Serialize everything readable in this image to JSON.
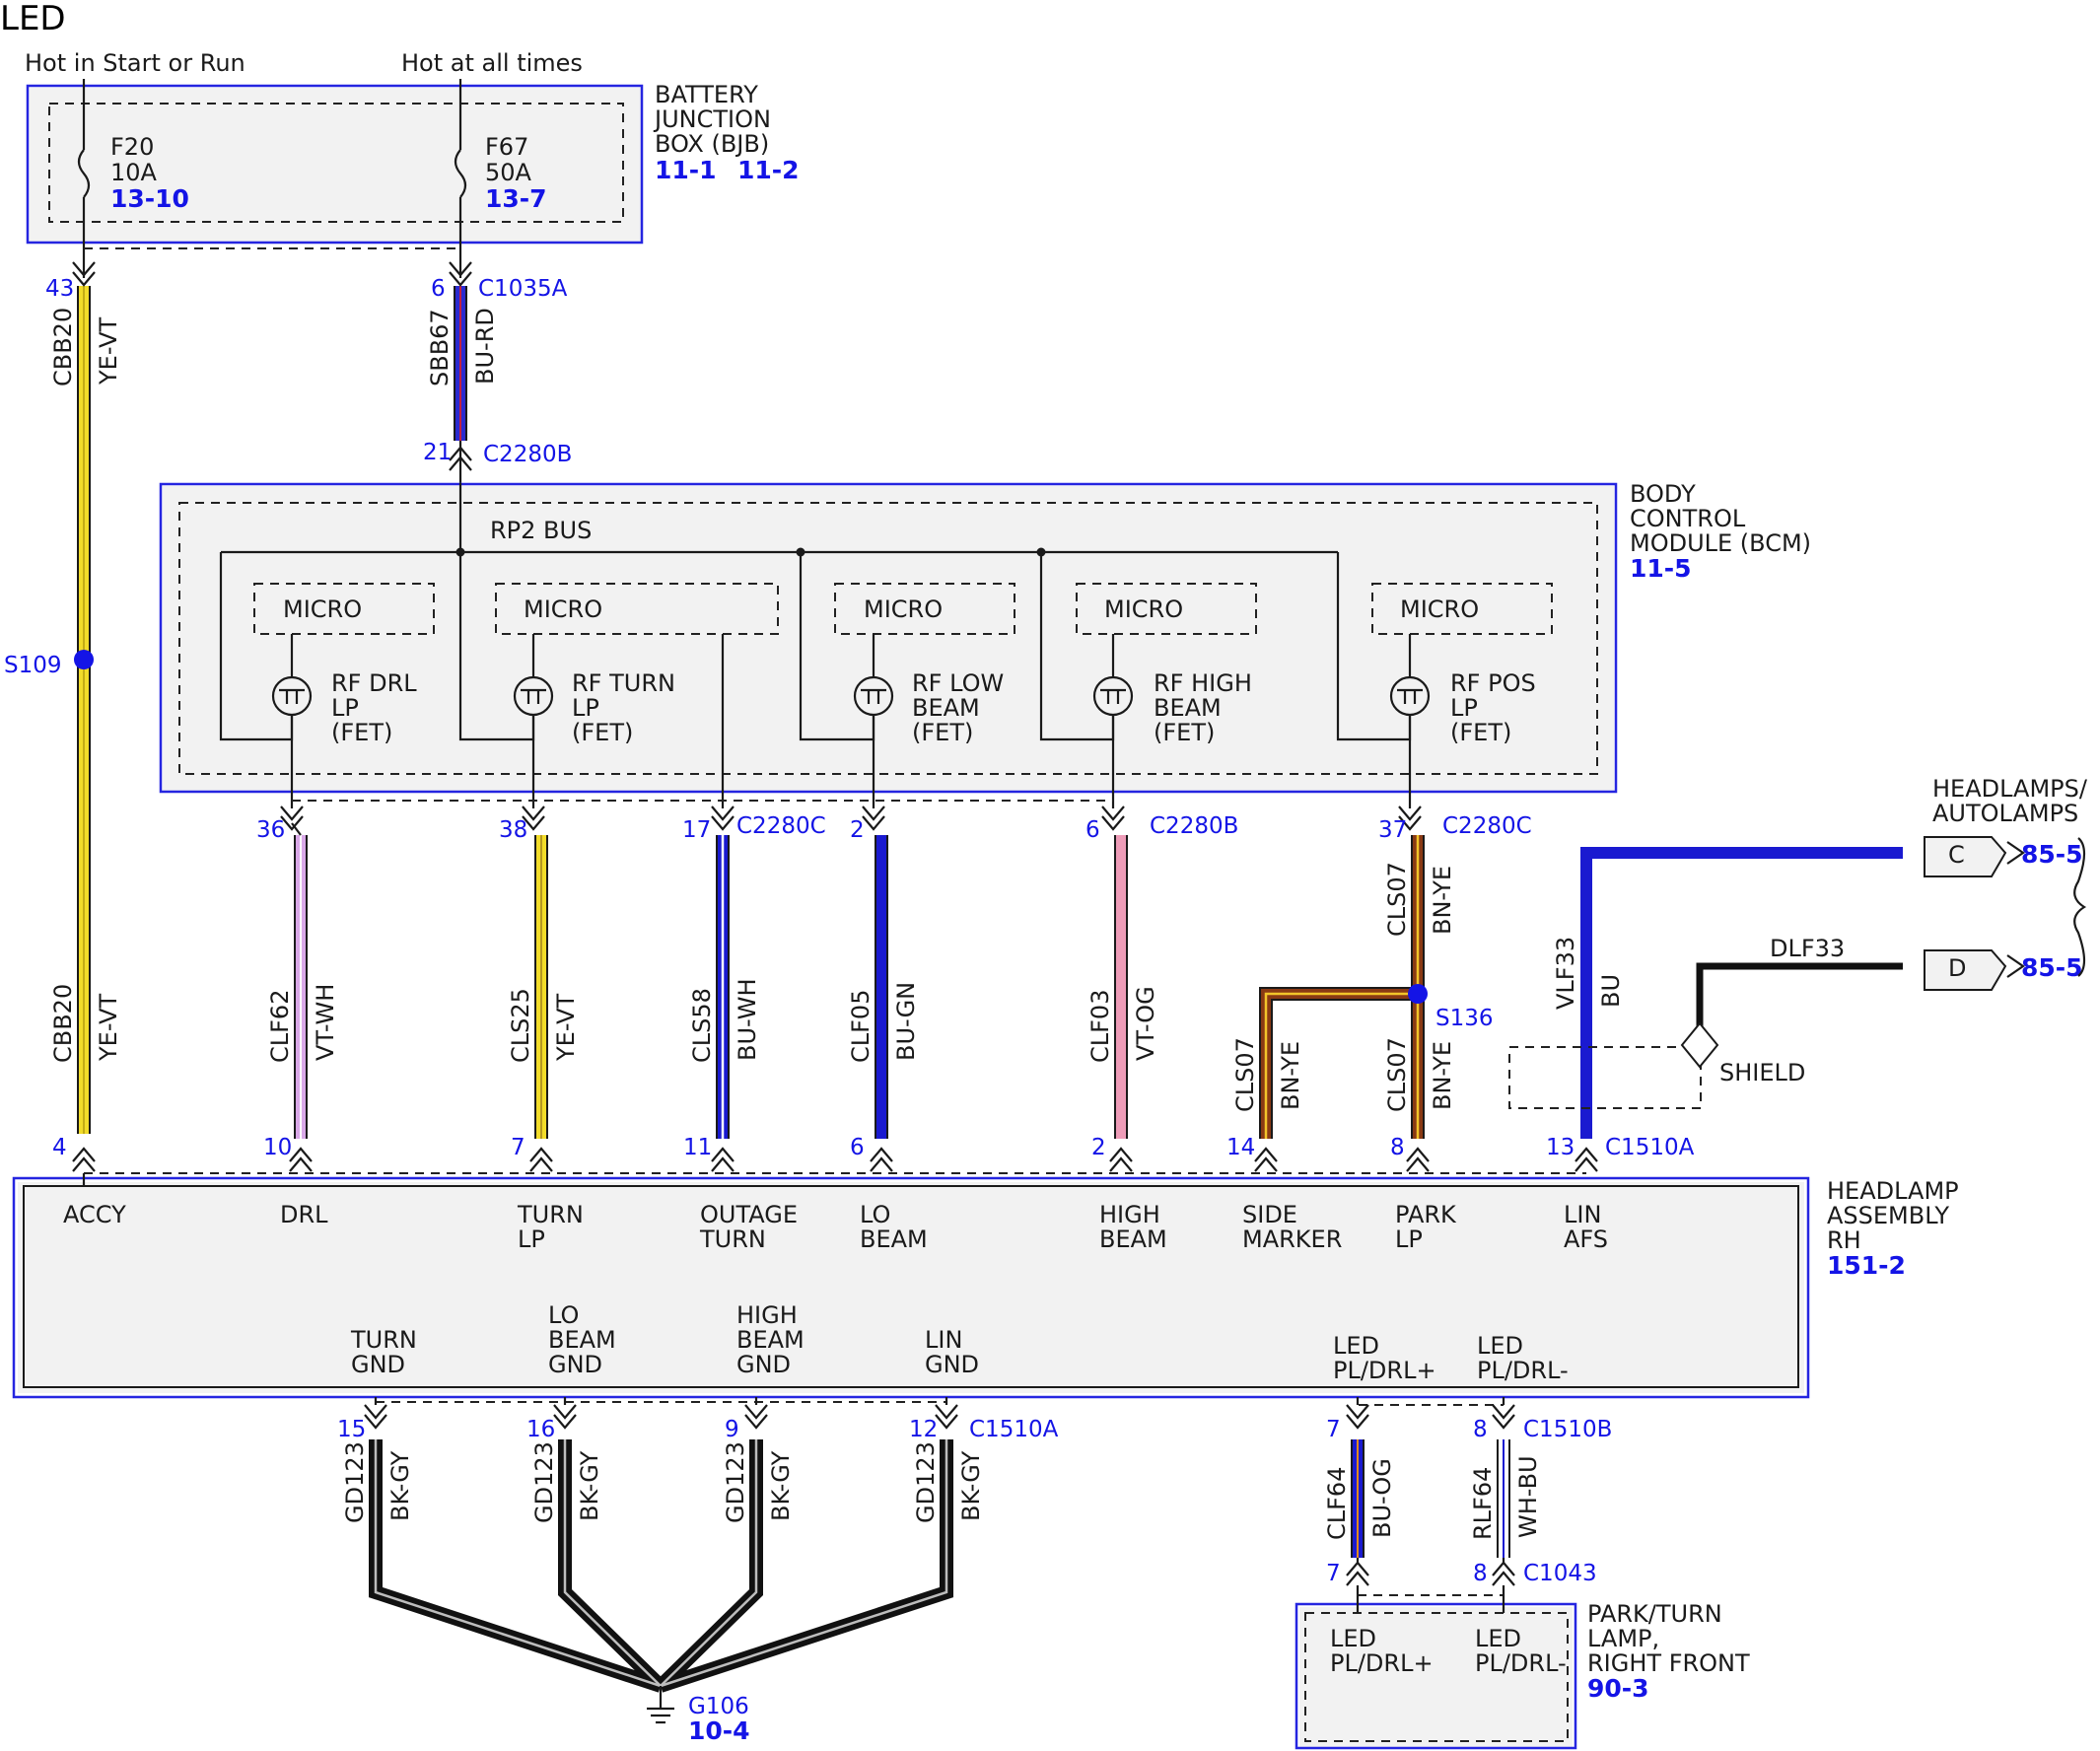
{
  "title": "LED",
  "supply_labels": {
    "start_run": "Hot in Start or Run",
    "all_times": "Hot at all times"
  },
  "bjb": {
    "name": [
      "BATTERY",
      "JUNCTION",
      "BOX (BJB)"
    ],
    "refs": [
      "11-1",
      "11-2"
    ],
    "fuses": [
      {
        "name": "F20",
        "rating": "10A",
        "ref": "13-10"
      },
      {
        "name": "F67",
        "rating": "50A",
        "ref": "13-7"
      }
    ]
  },
  "bcm": {
    "name": [
      "BODY",
      "CONTROL",
      "MODULE (BCM)"
    ],
    "ref": "11-5",
    "bus": "RP2 BUS",
    "micro": "MICRO",
    "drivers": [
      [
        "RF DRL",
        "LP",
        "(FET)"
      ],
      [
        "RF TURN",
        "LP",
        "(FET)"
      ],
      [
        "RF LOW",
        "BEAM",
        "(FET)"
      ],
      [
        "RF HIGH",
        "BEAM",
        "(FET)"
      ],
      [
        "RF POS",
        "LP",
        "(FET)"
      ]
    ]
  },
  "connectors": {
    "c1035a": "C1035A",
    "c2280b": "C2280B",
    "c2280c": "C2280C",
    "c1510a": "C1510A",
    "c1510b": "C1510B",
    "c1043": "C1043"
  },
  "splices": {
    "s109": "S109",
    "s136": "S136"
  },
  "pins": {
    "p43": "43",
    "p6a": "6",
    "p21": "21",
    "p4": "4",
    "p36": "36",
    "p38": "38",
    "p17": "17",
    "p2a": "2",
    "p6b": "6",
    "p37": "37",
    "p10": "10",
    "p7a": "7",
    "p11": "11",
    "p6c": "6",
    "p2b": "2",
    "p14": "14",
    "p8a": "8",
    "p13": "13",
    "p15": "15",
    "p16": "16",
    "p9": "9",
    "p12": "12",
    "p7b": "7",
    "p8b": "8",
    "p7c": "7",
    "p8c": "8"
  },
  "wires": {
    "cbb20_top": {
      "circuit": "CBB20",
      "color": "YE-VT"
    },
    "sbb67": {
      "circuit": "SBB67",
      "color": "BU-RD"
    },
    "cbb20_bot": {
      "circuit": "CBB20",
      "color": "YE-VT"
    },
    "clf62": {
      "circuit": "CLF62",
      "color": "VT-WH"
    },
    "cls25": {
      "circuit": "CLS25",
      "color": "YE-VT"
    },
    "cls58": {
      "circuit": "CLS58",
      "color": "BU-WH"
    },
    "clf05": {
      "circuit": "CLF05",
      "color": "BU-GN"
    },
    "clf03": {
      "circuit": "CLF03",
      "color": "VT-OG"
    },
    "cls07_top": {
      "circuit": "CLS07",
      "color": "BN-YE"
    },
    "cls07_side": {
      "circuit": "CLS07",
      "color": "BN-YE"
    },
    "cls07_park": {
      "circuit": "CLS07",
      "color": "BN-YE"
    },
    "vlf33": {
      "circuit": "VLF33",
      "color": "BU"
    },
    "dlf33": {
      "circuit": "DLF33"
    },
    "gd123": {
      "circuit": "GD123",
      "color": "BK-GY"
    },
    "clf64": {
      "circuit": "CLF64",
      "color": "BU-OG"
    },
    "rlf64": {
      "circuit": "RLF64",
      "color": "WH-BU"
    }
  },
  "offpage": {
    "title": [
      "HEADLAMPS/",
      "AUTOLAMPS"
    ],
    "c": {
      "letter": "C",
      "ref": "85-5"
    },
    "d": {
      "letter": "D",
      "ref": "85-5"
    },
    "shield": "SHIELD"
  },
  "headlamp": {
    "name": [
      "HEADLAMP",
      "ASSEMBLY",
      "RH"
    ],
    "ref": "151-2",
    "top_pins": [
      [
        "ACCY"
      ],
      [
        "DRL"
      ],
      [
        "TURN",
        "LP"
      ],
      [
        "OUTAGE",
        "TURN"
      ],
      [
        "LO",
        "BEAM"
      ],
      [
        "HIGH",
        "BEAM"
      ],
      [
        "SIDE",
        "MARKER"
      ],
      [
        "PARK",
        "LP"
      ],
      [
        "LIN",
        "AFS"
      ]
    ],
    "bottom_pins": [
      [
        "TURN",
        "GND"
      ],
      [
        "LO",
        "BEAM",
        "GND"
      ],
      [
        "HIGH",
        "BEAM",
        "GND"
      ],
      [
        "LIN",
        "GND"
      ],
      [
        "LED",
        "PL/DRL+"
      ],
      [
        "LED",
        "PL/DRL-"
      ]
    ]
  },
  "ground": {
    "name": "G106",
    "ref": "10-4"
  },
  "park_turn": {
    "name": [
      "PARK/TURN",
      "LAMP,",
      "RIGHT FRONT"
    ],
    "ref": "90-3",
    "pins": [
      [
        "LED",
        "PL/DRL+"
      ],
      [
        "LED",
        "PL/DRL-"
      ]
    ]
  },
  "colors": {
    "yellow": "#f2dc2a",
    "blue": "#1a1ad0",
    "violet": "#c79be0",
    "pink": "#e89ab0",
    "brown": "#8a3a14",
    "black": "#111111",
    "white": "#ffffff",
    "accent": "#1414e6"
  }
}
